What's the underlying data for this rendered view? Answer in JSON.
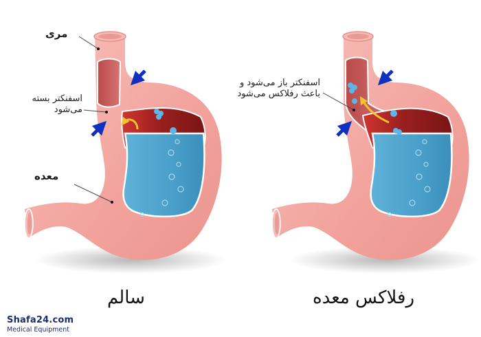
{
  "diagram": {
    "panels": [
      {
        "id": "healthy",
        "caption": "سالم",
        "labels": {
          "esophagus": "مری",
          "sphincter": [
            "اسفنکتر بسته",
            "می‌شود"
          ],
          "stomach": "معده"
        }
      },
      {
        "id": "reflux",
        "caption": "رفلاکس معده",
        "labels": {
          "sphincter": [
            "اسفنکتر باز می‌شود و",
            "باعث رفلاکس می‌شود"
          ]
        }
      }
    ],
    "colors": {
      "tissue": "#f4a9a4",
      "tissue_light": "#f8c4bf",
      "lining_dark": "#8e1c1c",
      "lining_red": "#c8302c",
      "acid": "#4aa3cc",
      "acid_light": "#7cc4e4",
      "arrow": "#1030c0",
      "reflux_arrow": "#f2c230"
    }
  },
  "brand": {
    "name": "Shafa24.com",
    "tagline": "Medical Equipment"
  }
}
